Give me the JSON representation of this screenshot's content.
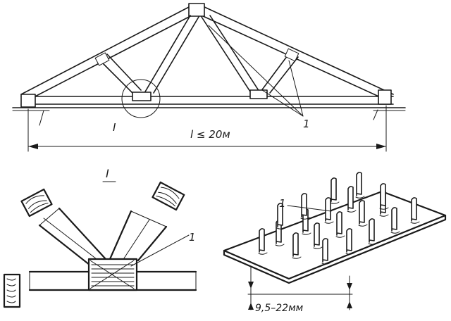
{
  "labels": {
    "span": "l ≤ 20м",
    "member_callout_top": "1",
    "node_label": "I",
    "node_detail_title": "I",
    "plate_callout_detail": "1",
    "plate_callout_plate": "1",
    "tooth_height": "9,5–22мм"
  }
}
